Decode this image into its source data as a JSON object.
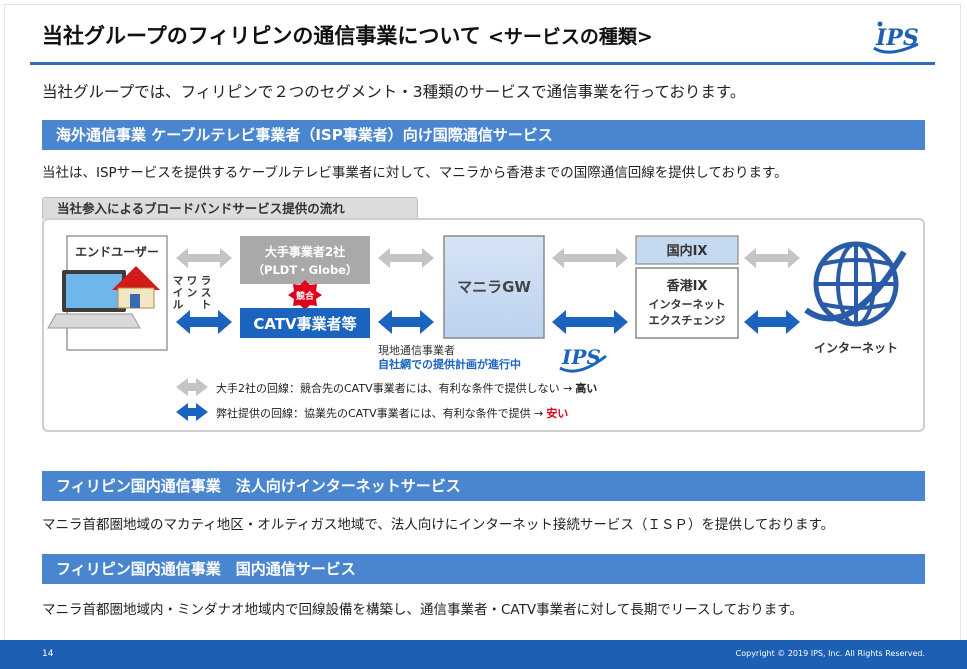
{
  "title": {
    "main": "当社グループのフィリピンの通信事業について",
    "sub": "<サービスの種類>"
  },
  "logo_text": "IPS",
  "lead": "当社グループでは、フィリピンで２つのセグメント・3種類のサービスで通信事業を行っております。",
  "section1": {
    "heading": "海外通信事業 ケーブルテレビ事業者（ISP事業者）向け国際通信サービス",
    "text": "当社は、ISPサービスを提供するケーブルテレビ事業者に対して、マニラから香港までの国際通信回線を提供しております。"
  },
  "flow": {
    "tab_label": "当社参入によるブロードバンドサービス提供の流れ",
    "end_user": "エンドユーザー",
    "last_mile": "ラストワンマイル",
    "major_carrier_line1": "大手事業者2社",
    "major_carrier_line2": "（PLDT・Globe）",
    "competition_badge": "競合",
    "catv": "CATV事業者等",
    "manila_gw": "マニラGW",
    "domestic_ix": "国内IX",
    "hk_ix_line1": "香港IX",
    "hk_ix_line2": "インターネット",
    "hk_ix_line3": "エクスチェンジ",
    "internet": "インターネット",
    "local_carrier": "現地通信事業者",
    "own_network_plan": "自社網での提供計画が進行中",
    "legend_gray_text": "大手2社の回線：競合先のCATV事業者には、有利な条件で提供しない →",
    "legend_gray_result": "高い",
    "legend_blue_text": "弊社提供の回線：協業先のCATV事業者には、有利な条件で提供 →",
    "legend_blue_result": "安い",
    "colors": {
      "gray_arrow": "#bfbfbf",
      "blue_arrow": "#1a64c0",
      "gw_fill": "#c5d9f1",
      "red": "#e0001b"
    }
  },
  "section2": {
    "heading": "フィリピン国内通信事業　法人向けインターネットサービス",
    "text": "マニラ首都圏地域のマカティ地区・オルティガス地域で、法人向けにインターネット接続サービス（ＩＳＰ）を提供しております。"
  },
  "section3": {
    "heading": "フィリピン国内通信事業　国内通信サービス",
    "text": "マニラ首都圏地域内・ミンダナオ地域内で回線設備を構築し、通信事業者・CATV事業者に対して長期でリースしております。"
  },
  "footer": {
    "page_number": "14",
    "copyright": "Copyright © 2019 IPS, Inc. All Rights Reserved."
  }
}
